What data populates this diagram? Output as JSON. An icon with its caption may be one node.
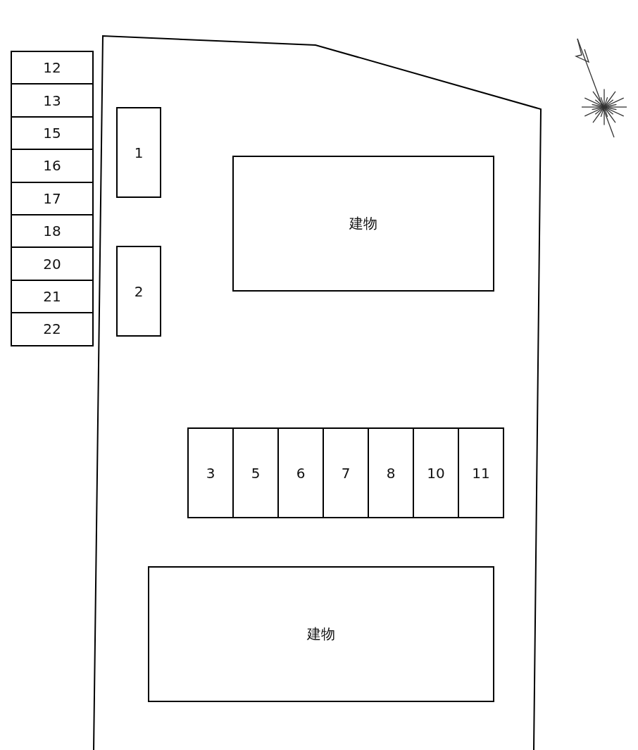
{
  "diagram": {
    "nodes": [
      {
        "text": [
          "12"
        ]
      },
      {
        "text": [
          "13"
        ]
      },
      {
        "text": [
          "15"
        ]
      },
      {
        "text": [
          "16"
        ]
      },
      {
        "text": [
          "17"
        ]
      },
      {
        "text": [
          "18"
        ]
      },
      {
        "text": [
          "20"
        ]
      },
      {
        "text": [
          "21"
        ]
      },
      {
        "text": [
          "22"
        ]
      },
      {
        "text": [
          "1"
        ]
      },
      {
        "text": [
          "建物"
        ]
      },
      {
        "text": [
          "2"
        ]
      },
      {
        "text": [
          "3"
        ]
      },
      {
        "text": [
          "5"
        ]
      },
      {
        "text": [
          "6"
        ]
      },
      {
        "text": [
          "7"
        ]
      },
      {
        "text": [
          "8"
        ]
      },
      {
        "text": [
          "10"
        ]
      },
      {
        "text": [
          "11"
        ]
      },
      {
        "text": [
          "建物"
        ]
      }
    ]
  }
}
